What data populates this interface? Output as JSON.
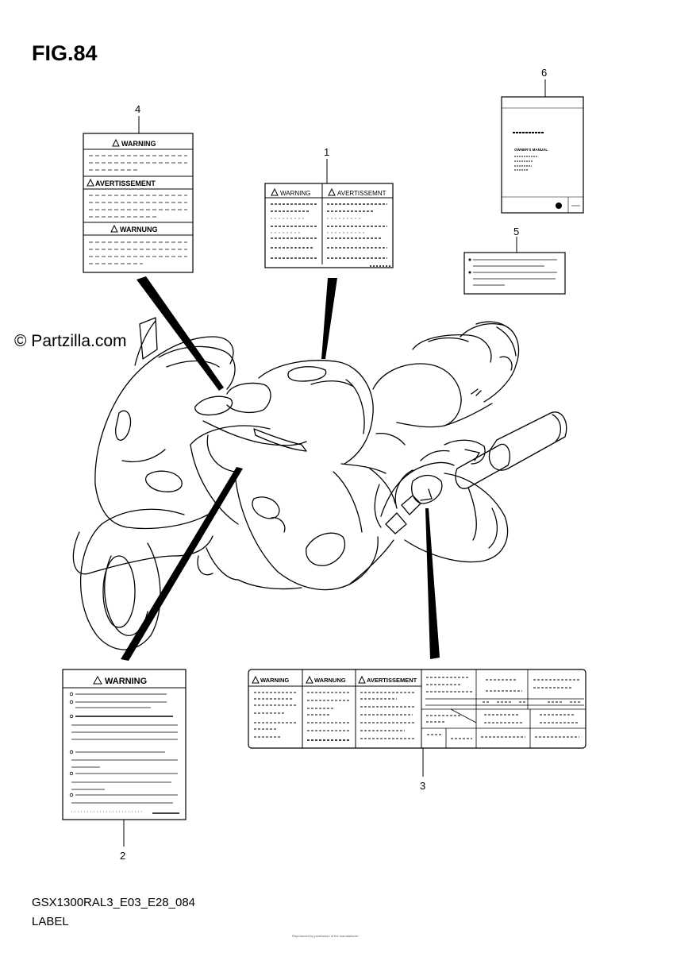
{
  "figure": {
    "title": "FIG.84",
    "model_code": "GSX1300RAL3_E03_E28_084",
    "section_name": "LABEL",
    "watermark": "© Partzilla.com",
    "tiny_copyright": "Reproduced by permission of the manufacturer"
  },
  "callouts": [
    "1",
    "2",
    "3",
    "4",
    "5",
    "6"
  ],
  "labels": {
    "label1": {
      "warning": "WARNING",
      "avertissement": "AVERTISSEMNT"
    },
    "label2": {
      "warning": "WARNING"
    },
    "label3": {
      "warning": "WARNING",
      "warnung": "WARNUNG",
      "avertissement": "AVERTISSEMENT"
    },
    "label4": {
      "warning": "WARNING",
      "avertissement": "AVERTISSEMENT",
      "warnung": "WARNUNG"
    },
    "label6": {
      "manual_title": "OWNER'S MANUAL"
    }
  },
  "colors": {
    "ink": "#000000",
    "paper": "#ffffff"
  }
}
